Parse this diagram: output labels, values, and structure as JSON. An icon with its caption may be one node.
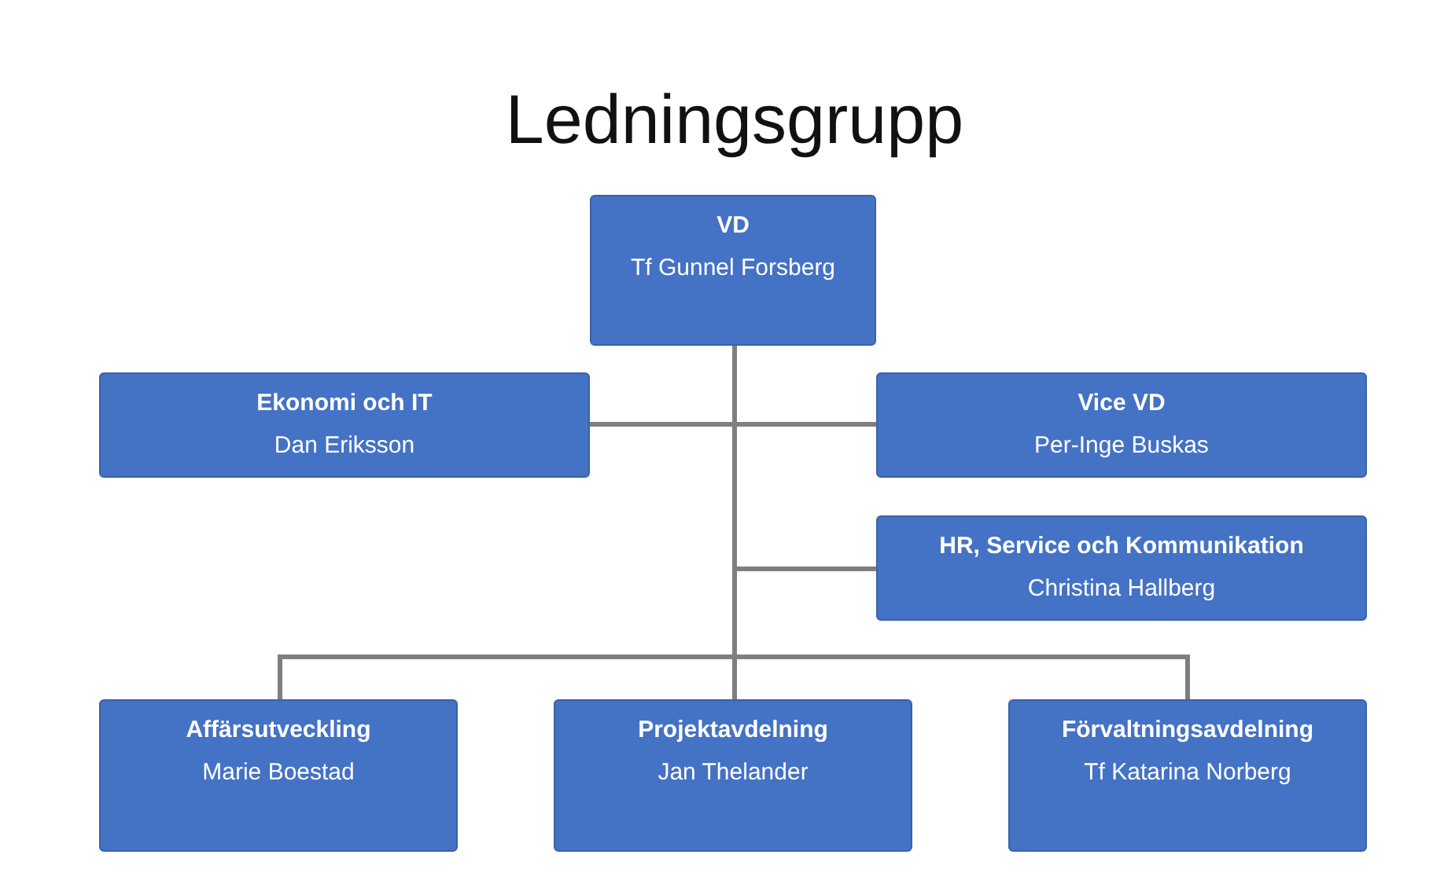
{
  "diagram": {
    "title": "Ledningsgrupp",
    "nodes": [
      {
        "text": [
          "VD",
          "Tf Gunnel Forsberg"
        ]
      },
      {
        "text": [
          "Ekonomi och IT",
          "Dan Eriksson"
        ]
      },
      {
        "text": [
          "Vice VD",
          "Per-Inge Buskas"
        ]
      },
      {
        "text": [
          "HR, Service och Kommunikation",
          "Christina Hallberg"
        ]
      },
      {
        "text": [
          "Affärsutveckling",
          "Marie Boestad"
        ]
      },
      {
        "text": [
          "Projektavdelning",
          "Jan Thelander"
        ]
      },
      {
        "text": [
          "Förvaltningsavdelning",
          "Tf Katarina Norberg"
        ]
      }
    ],
    "edges": [
      {
        "from": 0,
        "to": 1,
        "arrow": "none"
      },
      {
        "from": 0,
        "to": 2,
        "arrow": "none"
      },
      {
        "from": 0,
        "to": 3,
        "arrow": "none"
      },
      {
        "from": 0,
        "to": 4,
        "arrow": "none"
      },
      {
        "from": 0,
        "to": 5,
        "arrow": "none"
      },
      {
        "from": 0,
        "to": 6,
        "arrow": "none"
      }
    ]
  }
}
